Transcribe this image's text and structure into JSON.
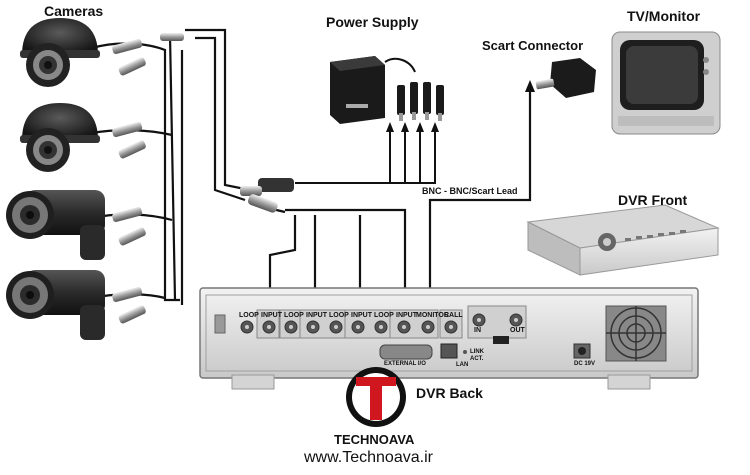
{
  "labels": {
    "cameras": "Cameras",
    "power_supply": "Power Supply",
    "tv_monitor": "TV/Monitor",
    "scart_connector": "Scart Connector",
    "bnc_lead": "BNC - BNC/Scart Lead",
    "dvr_front": "DVR Front",
    "dvr_back": "DVR Back",
    "brand": "TECHNOAVA",
    "website": "www.Technoava.ir"
  },
  "dvr_back_panel": {
    "port_labels": [
      "LOOP",
      "INPUT",
      "LOOP",
      "INPUT",
      "LOOP",
      "INPUT",
      "LOOP",
      "INPUT",
      "MONITOR",
      "CALL"
    ],
    "audio_labels": [
      "IN",
      "OUT"
    ],
    "io_label": "EXTERNAL I/O",
    "lan_label": "LAN",
    "link_label": "LINK ACT.",
    "dc_label": "DC 19V"
  },
  "colors": {
    "cable": "#111111",
    "camera_body": "#2b2b2b",
    "dvr_body": "#e4e4e4",
    "logo_red": "#d0161e"
  }
}
